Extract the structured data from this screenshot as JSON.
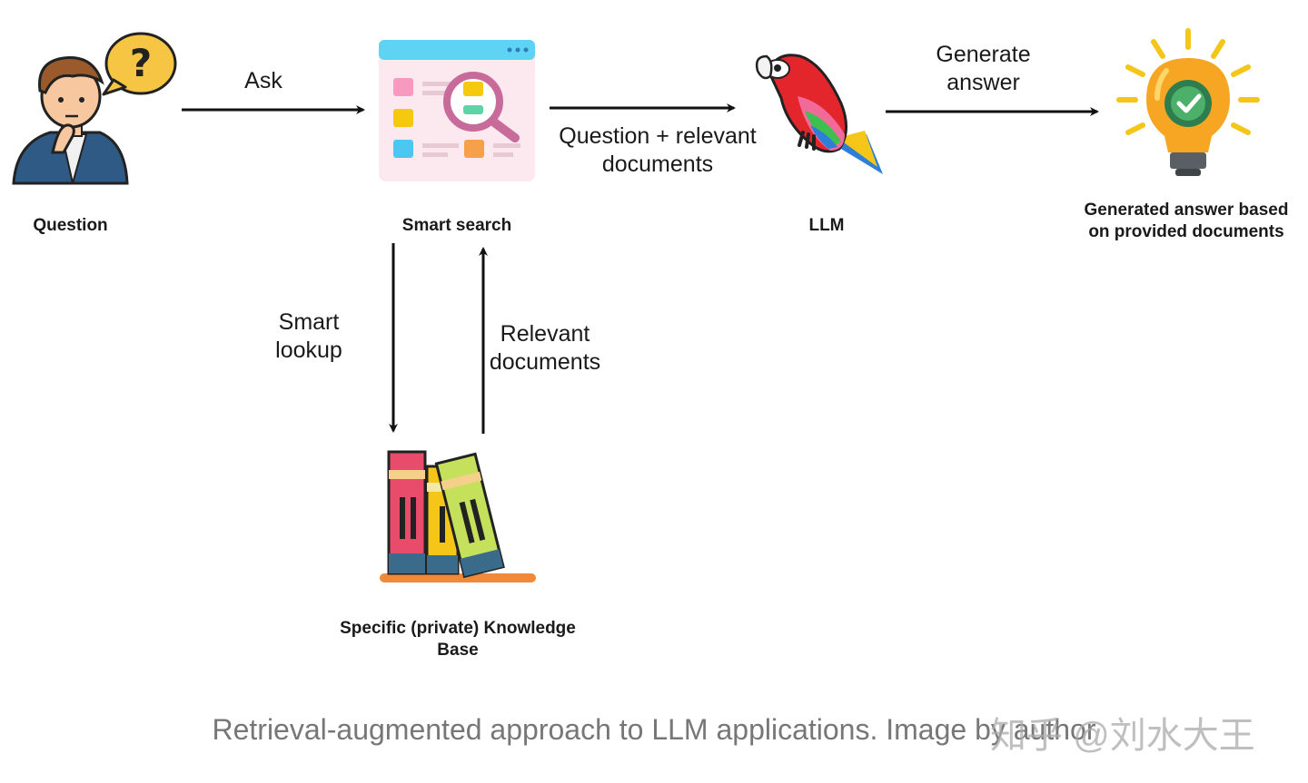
{
  "nodes": {
    "question": {
      "label": "Question"
    },
    "smart_search": {
      "label": "Smart search"
    },
    "llm": {
      "label": "LLM"
    },
    "answer": {
      "label": "Generated answer based on provided documents"
    },
    "knowledge_base": {
      "label": "Specific (private) Knowledge Base"
    }
  },
  "edges": {
    "ask": {
      "label": "Ask"
    },
    "question_docs": {
      "label": "Question + relevant documents"
    },
    "generate": {
      "label": "Generate answer"
    },
    "lookup": {
      "label": "Smart lookup"
    },
    "relevant": {
      "label": "Relevant documents"
    }
  },
  "icons": {
    "person": "thinking-person-icon",
    "search": "search-window-icon",
    "parrot": "parrot-icon",
    "bulb": "lightbulb-check-icon",
    "books": "books-icon"
  },
  "caption": "Retrieval-augmented approach to LLM applications. Image by author",
  "watermark": "知乎 @刘水大王"
}
